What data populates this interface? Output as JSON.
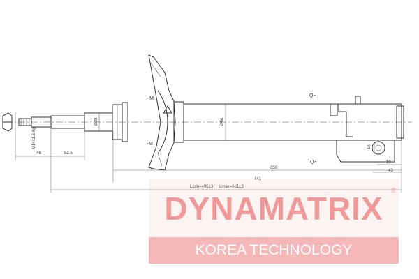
{
  "drawing": {
    "dimensions": {
      "thread": "M14x1.5-6g",
      "d_rod": "Ø28",
      "d_body": "Ø50",
      "len_46": "46",
      "len_52_5": "52.5",
      "len_350": "350",
      "len_441": "441",
      "len_19": "19",
      "len_43": "43",
      "len_16": "16",
      "lmin": "Lmin=495±3",
      "lmax": "Lmax=661±3"
    },
    "colors": {
      "line": "#333333",
      "watermark": "#ef9a9a",
      "watermark_bar": "#f5b8b8"
    }
  },
  "watermark": {
    "brand": "DYNAMATRIX",
    "registered": "®",
    "tagline": "KOREA TECHNOLOGY"
  }
}
